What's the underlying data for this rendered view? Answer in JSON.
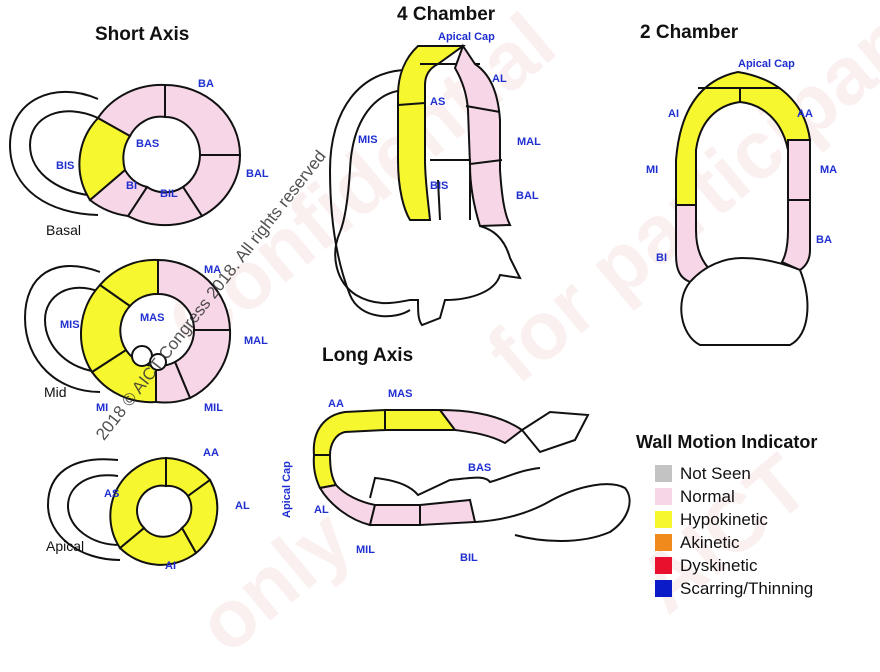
{
  "titles": {
    "short_axis": "Short Axis",
    "four_chamber": "4 Chamber",
    "two_chamber": "2 Chamber",
    "long_axis": "Long Axis"
  },
  "level_labels": {
    "basal": "Basal",
    "mid": "Mid",
    "apical": "Apical"
  },
  "segments": {
    "short_axis_basal": [
      "BA",
      "BAS",
      "BIS",
      "BI",
      "BIL",
      "BAL"
    ],
    "short_axis_mid": [
      "MA",
      "MAS",
      "MIS",
      "MI",
      "MIL",
      "MAL"
    ],
    "short_axis_apical": [
      "AA",
      "AS",
      "AL",
      "AI"
    ],
    "four_chamber": [
      "Apical Cap",
      "AL",
      "AS",
      "MIS",
      "MAL",
      "BIS",
      "BAL"
    ],
    "two_chamber": [
      "Apical Cap",
      "AI",
      "AA",
      "MI",
      "MA",
      "BI",
      "BA"
    ],
    "long_axis": [
      "AA",
      "MAS",
      "Apical Cap",
      "BAS",
      "AL",
      "MIL",
      "BIL"
    ]
  },
  "legend": {
    "title": "Wall Motion Indicator",
    "items": [
      {
        "label": "Not Seen",
        "color": "#c3c3c3"
      },
      {
        "label": "Normal",
        "color": "#f7d7e7"
      },
      {
        "label": "Hypokinetic",
        "color": "#f7f72f"
      },
      {
        "label": "Akinetic",
        "color": "#f08a1c"
      },
      {
        "label": "Dyskinetic",
        "color": "#e8102c"
      },
      {
        "label": "Scarring/Thinning",
        "color": "#0b1bc8"
      }
    ]
  },
  "colors": {
    "normal": "#f7d7e7",
    "hypokinetic": "#f7f72f",
    "outline": "#111111",
    "label": "#1f2fd0"
  },
  "watermark": {
    "copyright": "2018 © AICT Congress 2018. All rights reserved",
    "background": [
      "Confidential",
      "for participants",
      "only",
      "AICT"
    ]
  }
}
